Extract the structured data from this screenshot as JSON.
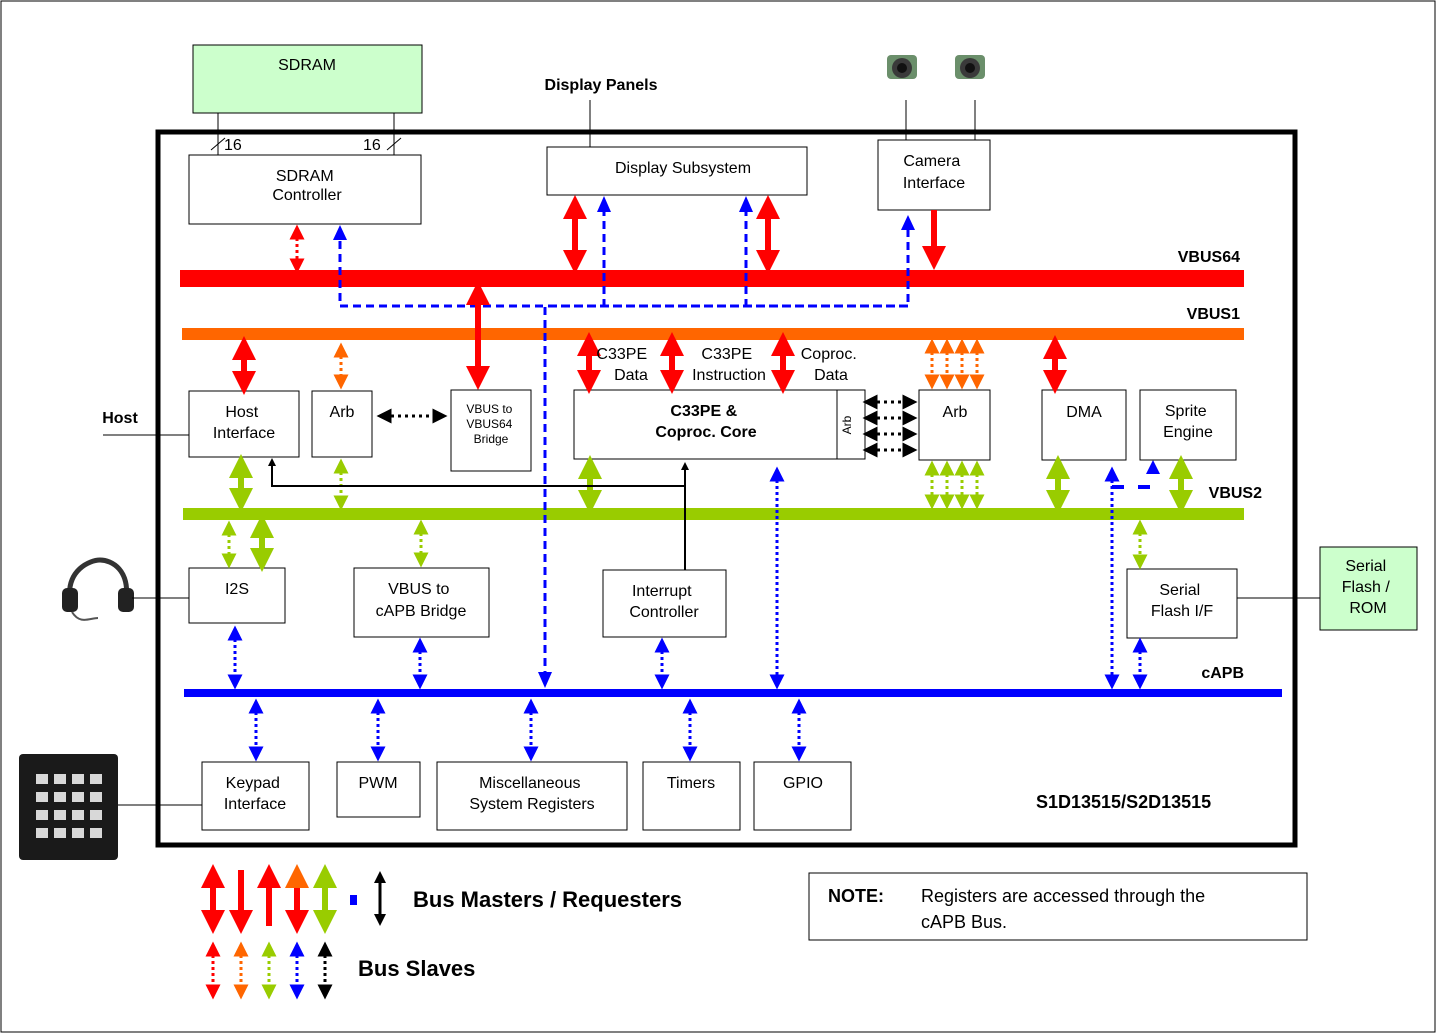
{
  "colors": {
    "vbus64": "#ff0000",
    "vbus1": "#ff6600",
    "vbus2": "#99cc00",
    "capb": "#0000ff",
    "green_fill": "#ccffcc",
    "black": "#000000"
  },
  "chip_label": "S1D13515/S2D13515",
  "external": {
    "sdram": "SDRAM",
    "display_panels": "Display Panels",
    "host": "Host",
    "serial_flash": [
      "Serial",
      "Flash /",
      "ROM"
    ],
    "camera_icon": "camera-icon",
    "headset_icon": "headset-icon",
    "keypad_icon": "keypad-icon"
  },
  "buses": {
    "vbus64": "VBUS64",
    "vbus1": "VBUS1",
    "vbus2": "VBUS2",
    "capb": "cAPB"
  },
  "bus_widths": [
    "16",
    "16"
  ],
  "blocks": {
    "sdram_controller": [
      "SDRAM",
      "Controller"
    ],
    "display_subsystem": "Display Subsystem",
    "camera_interface": [
      "Camera",
      "Interface"
    ],
    "host_interface": [
      "Host",
      "Interface"
    ],
    "arb_left": "Arb",
    "vbus_to_vbus64": [
      "VBUS to",
      "VBUS64",
      "Bridge"
    ],
    "core": [
      "C33PE &",
      "Coproc. Core"
    ],
    "core_arb": "Arb",
    "arb_right": "Arb",
    "dma": "DMA",
    "sprite_engine": [
      "Sprite",
      "Engine"
    ],
    "i2s": "I2S",
    "vbus_to_capb": [
      "VBUS to",
      "cAPB Bridge"
    ],
    "interrupt_controller": [
      "Interrupt",
      "Controller"
    ],
    "serial_flash_if": [
      "Serial",
      "Flash I/F"
    ],
    "keypad_interface": [
      "Keypad",
      "Interface"
    ],
    "pwm": "PWM",
    "misc_registers": [
      "Miscellaneous",
      "System Registers"
    ],
    "timers": "Timers",
    "gpio": "GPIO"
  },
  "core_ports": {
    "data": [
      "C33PE",
      "Data"
    ],
    "instruction": [
      "C33PE",
      "Instruction"
    ],
    "coproc": [
      "Coproc.",
      "Data"
    ]
  },
  "legend": {
    "masters": "Bus Masters / Requesters",
    "slaves": "Bus Slaves"
  },
  "note": {
    "label": "NOTE:",
    "line1": "Registers are accessed through the",
    "line2": "cAPB Bus."
  }
}
